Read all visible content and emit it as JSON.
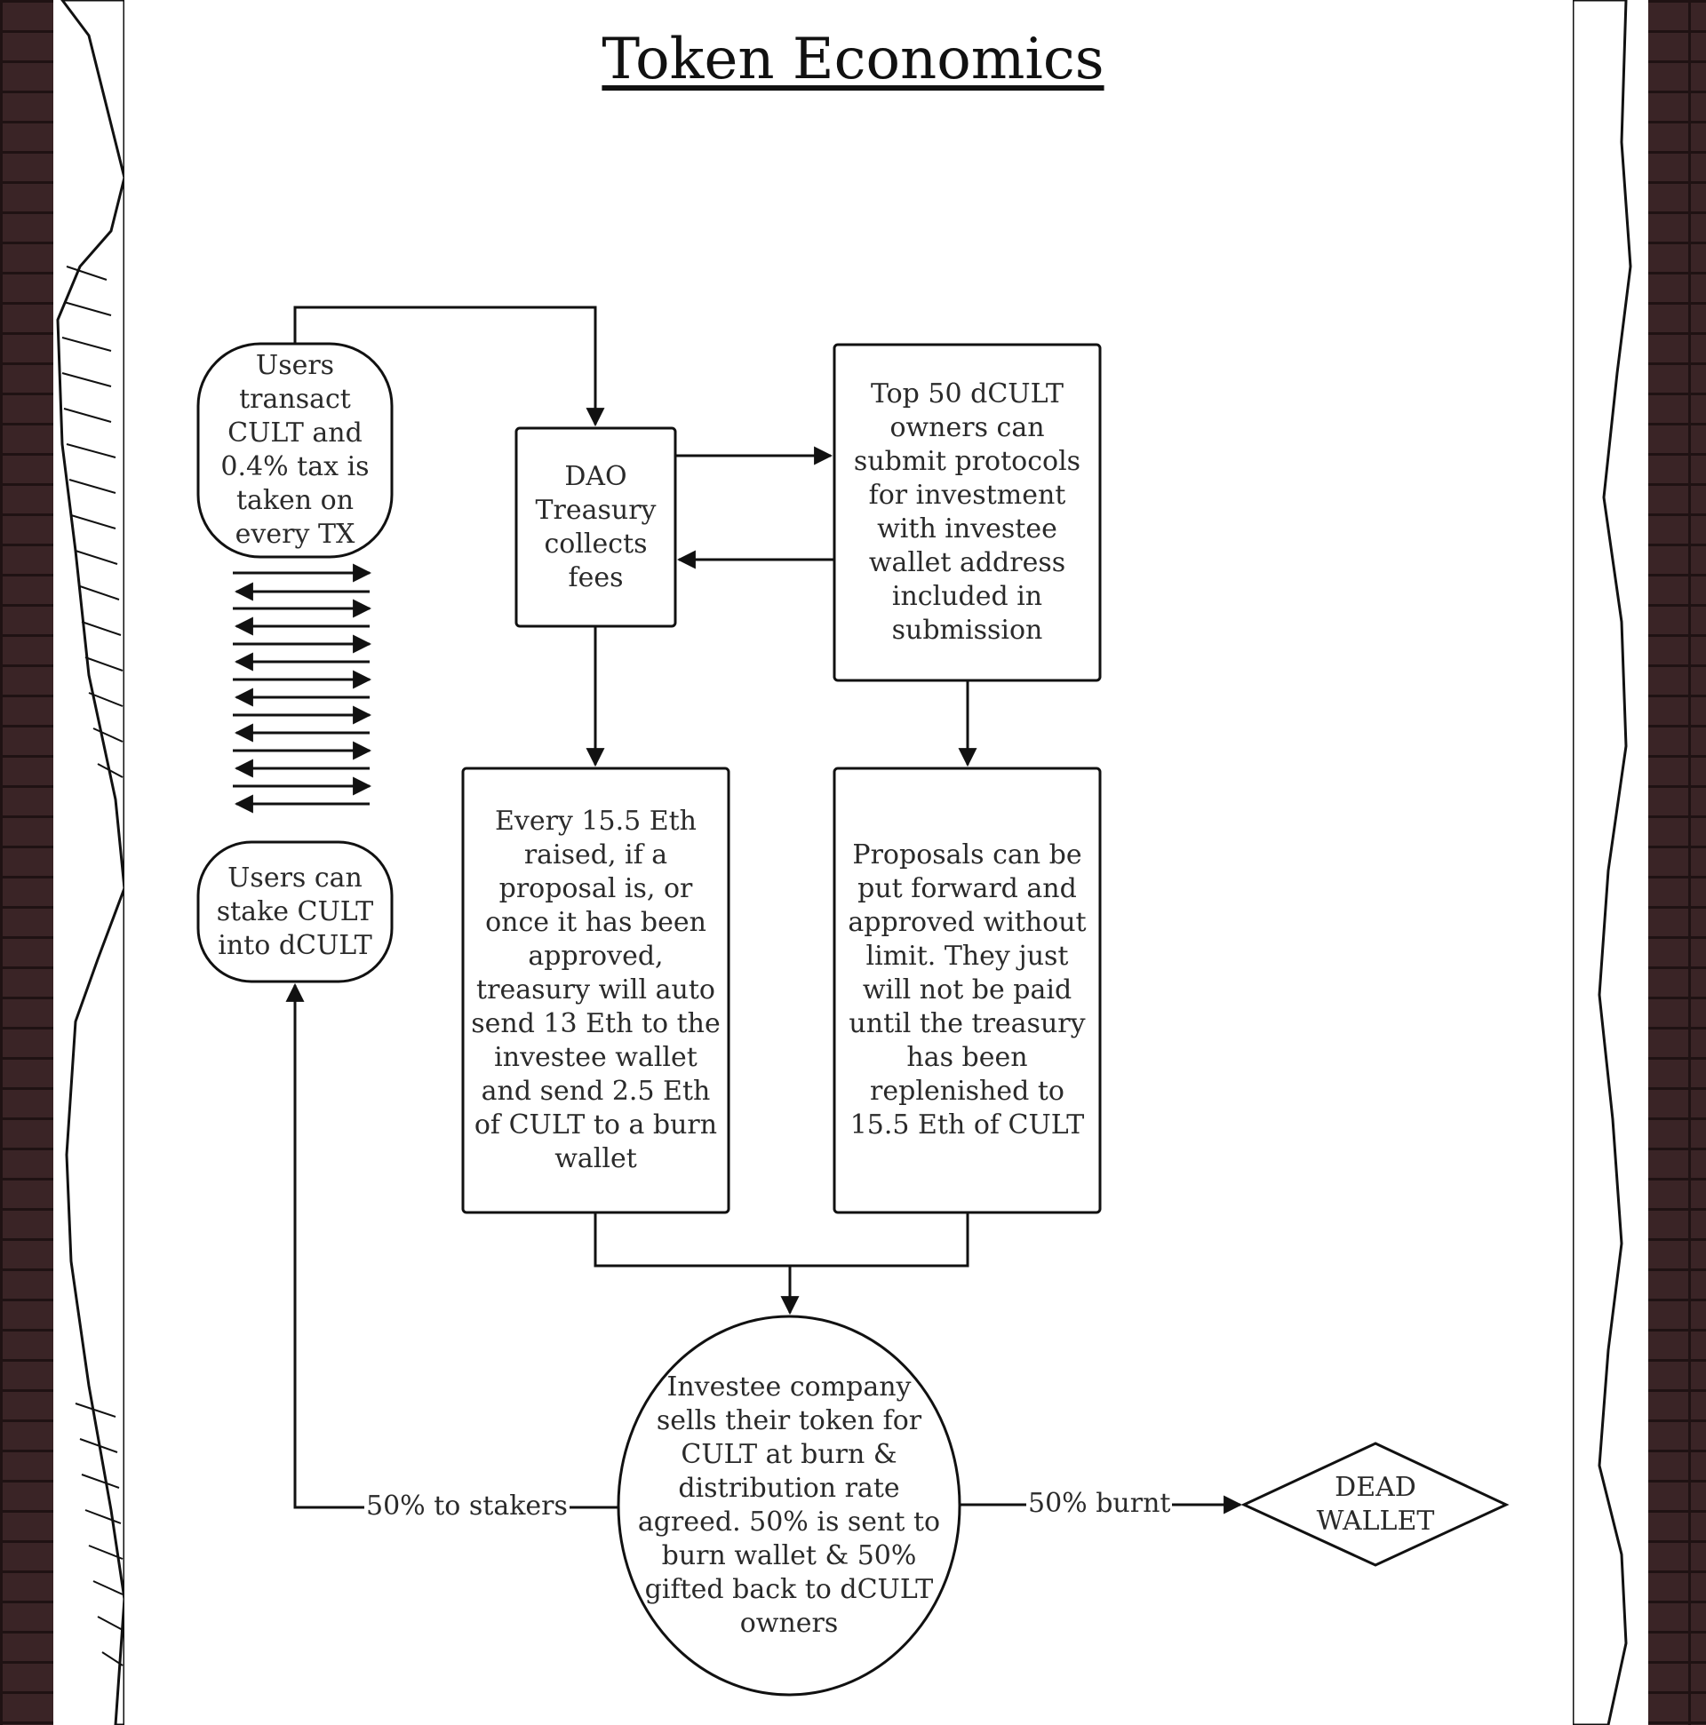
{
  "title": "Token Economics",
  "nodes": {
    "users_transact": "Users transact CULT and 0.4% tax is taken on every TX",
    "users_stake": "Users can stake CULT into dCULT",
    "dao_treasury": "DAO Treasury collects fees",
    "top50": "Top 50 dCULT owners can submit protocols for investment with investee wallet address included in submission",
    "every_15_5": "Every 15.5 Eth raised, if a proposal is, or once it has been approved, treasury will auto send 13 Eth to the investee wallet and send 2.5 Eth of CULT to a burn wallet",
    "proposals": "Proposals can be put forward and approved without limit. They just will not be paid until the treasury has been replenished to 15.5 Eth of CULT",
    "investee": "Investee company sells their token for CULT at burn & distribution rate agreed. 50% is sent to burn wallet & 50% gifted back to dCULT owners",
    "dead_wallet": "DEAD WALLET"
  },
  "edges": {
    "to_stakers": "50% to stakers",
    "burnt": "50% burnt"
  },
  "colors": {
    "wall": "#3a2426",
    "mortar": "#1f1213",
    "line": "#111111"
  }
}
